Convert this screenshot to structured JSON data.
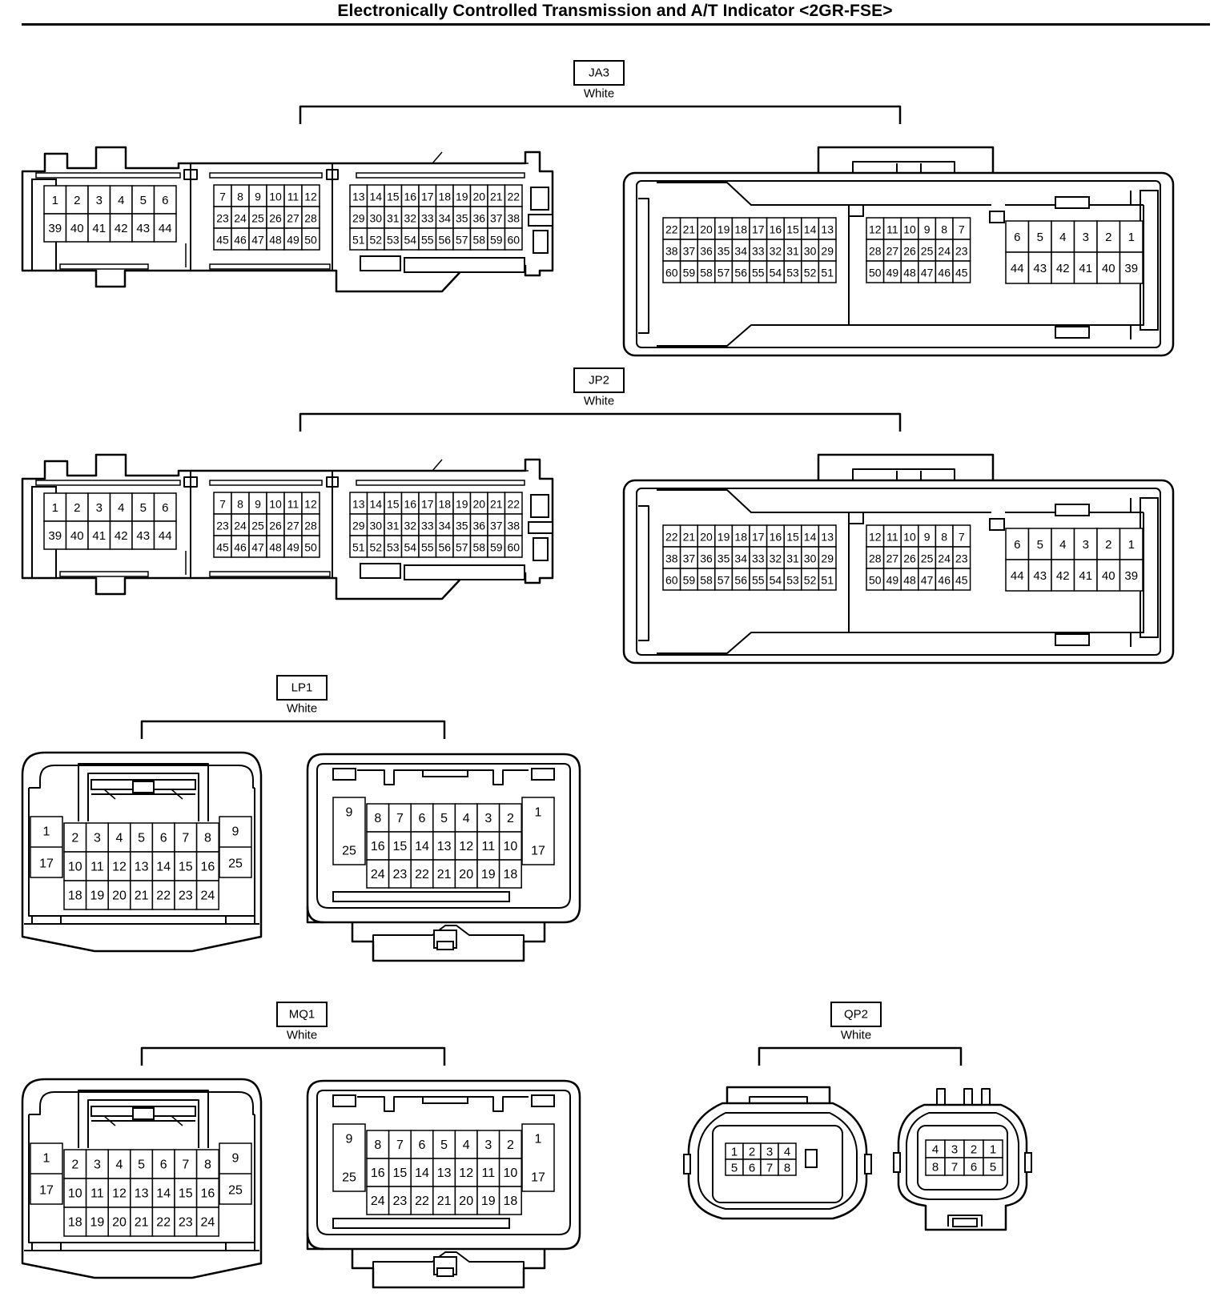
{
  "title": "Electronically Controlled Transmission and A/T Indicator <2GR-FSE>",
  "connectors": [
    {
      "id": "JA3",
      "color": "White",
      "type": "ecu60",
      "male": {
        "b1": [
          [
            "1",
            "2",
            "3",
            "4",
            "5",
            "6"
          ],
          [
            "39",
            "40",
            "41",
            "42",
            "43",
            "44"
          ]
        ],
        "b2": [
          [
            "7",
            "8",
            "9",
            "10",
            "11",
            "12"
          ],
          [
            "23",
            "24",
            "25",
            "26",
            "27",
            "28"
          ],
          [
            "45",
            "46",
            "47",
            "48",
            "49",
            "50"
          ]
        ],
        "b3": [
          [
            "13",
            "14",
            "15",
            "16",
            "17",
            "18",
            "19",
            "20",
            "21",
            "22"
          ],
          [
            "29",
            "30",
            "31",
            "32",
            "33",
            "34",
            "35",
            "36",
            "37",
            "38"
          ],
          [
            "51",
            "52",
            "53",
            "54",
            "55",
            "56",
            "57",
            "58",
            "59",
            "60"
          ]
        ]
      },
      "female": {
        "b1": [
          [
            "22",
            "21",
            "20",
            "19",
            "18",
            "17",
            "16",
            "15",
            "14",
            "13"
          ],
          [
            "38",
            "37",
            "36",
            "35",
            "34",
            "33",
            "32",
            "31",
            "30",
            "29"
          ],
          [
            "60",
            "59",
            "58",
            "57",
            "56",
            "55",
            "54",
            "53",
            "52",
            "51"
          ]
        ],
        "b2": [
          [
            "12",
            "11",
            "10",
            "9",
            "8",
            "7"
          ],
          [
            "28",
            "27",
            "26",
            "25",
            "24",
            "23"
          ],
          [
            "50",
            "49",
            "48",
            "47",
            "46",
            "45"
          ]
        ],
        "b3": [
          [
            "6",
            "5",
            "4",
            "3",
            "2",
            "1"
          ],
          [
            "44",
            "43",
            "42",
            "41",
            "40",
            "39"
          ]
        ]
      }
    },
    {
      "id": "JP2",
      "color": "White",
      "type": "ecu60",
      "male": {
        "b1": [
          [
            "1",
            "2",
            "3",
            "4",
            "5",
            "6"
          ],
          [
            "39",
            "40",
            "41",
            "42",
            "43",
            "44"
          ]
        ],
        "b2": [
          [
            "7",
            "8",
            "9",
            "10",
            "11",
            "12"
          ],
          [
            "23",
            "24",
            "25",
            "26",
            "27",
            "28"
          ],
          [
            "45",
            "46",
            "47",
            "48",
            "49",
            "50"
          ]
        ],
        "b3": [
          [
            "13",
            "14",
            "15",
            "16",
            "17",
            "18",
            "19",
            "20",
            "21",
            "22"
          ],
          [
            "29",
            "30",
            "31",
            "32",
            "33",
            "34",
            "35",
            "36",
            "37",
            "38"
          ],
          [
            "51",
            "52",
            "53",
            "54",
            "55",
            "56",
            "57",
            "58",
            "59",
            "60"
          ]
        ]
      },
      "female": {
        "b1": [
          [
            "22",
            "21",
            "20",
            "19",
            "18",
            "17",
            "16",
            "15",
            "14",
            "13"
          ],
          [
            "38",
            "37",
            "36",
            "35",
            "34",
            "33",
            "32",
            "31",
            "30",
            "29"
          ],
          [
            "60",
            "59",
            "58",
            "57",
            "56",
            "55",
            "54",
            "53",
            "52",
            "51"
          ]
        ],
        "b2": [
          [
            "12",
            "11",
            "10",
            "9",
            "8",
            "7"
          ],
          [
            "28",
            "27",
            "26",
            "25",
            "24",
            "23"
          ],
          [
            "50",
            "49",
            "48",
            "47",
            "46",
            "45"
          ]
        ],
        "b3": [
          [
            "6",
            "5",
            "4",
            "3",
            "2",
            "1"
          ],
          [
            "44",
            "43",
            "42",
            "41",
            "40",
            "39"
          ]
        ]
      }
    },
    {
      "id": "LP1",
      "color": "White",
      "type": "c25",
      "male": {
        "side_l": [
          "1",
          "17"
        ],
        "side_r": [
          "9",
          "25"
        ],
        "grid": [
          [
            "2",
            "3",
            "4",
            "5",
            "6",
            "7",
            "8"
          ],
          [
            "10",
            "11",
            "12",
            "13",
            "14",
            "15",
            "16"
          ],
          [
            "18",
            "19",
            "20",
            "21",
            "22",
            "23",
            "24"
          ]
        ]
      },
      "female": {
        "side_l": [
          "9",
          "25"
        ],
        "side_r": [
          "1",
          "17"
        ],
        "grid": [
          [
            "8",
            "7",
            "6",
            "5",
            "4",
            "3",
            "2"
          ],
          [
            "16",
            "15",
            "14",
            "13",
            "12",
            "11",
            "10"
          ],
          [
            "24",
            "23",
            "22",
            "21",
            "20",
            "19",
            "18"
          ]
        ]
      }
    },
    {
      "id": "MQ1",
      "color": "White",
      "type": "c25",
      "male": {
        "side_l": [
          "1",
          "17"
        ],
        "side_r": [
          "9",
          "25"
        ],
        "grid": [
          [
            "2",
            "3",
            "4",
            "5",
            "6",
            "7",
            "8"
          ],
          [
            "10",
            "11",
            "12",
            "13",
            "14",
            "15",
            "16"
          ],
          [
            "18",
            "19",
            "20",
            "21",
            "22",
            "23",
            "24"
          ]
        ]
      },
      "female": {
        "side_l": [
          "9",
          "25"
        ],
        "side_r": [
          "1",
          "17"
        ],
        "grid": [
          [
            "8",
            "7",
            "6",
            "5",
            "4",
            "3",
            "2"
          ],
          [
            "16",
            "15",
            "14",
            "13",
            "12",
            "11",
            "10"
          ],
          [
            "24",
            "23",
            "22",
            "21",
            "20",
            "19",
            "18"
          ]
        ]
      }
    },
    {
      "id": "QP2",
      "color": "White",
      "type": "c8",
      "male": {
        "grid": [
          [
            "1",
            "2",
            "3",
            "4"
          ],
          [
            "5",
            "6",
            "7",
            "8"
          ]
        ]
      },
      "female": {
        "grid": [
          [
            "4",
            "3",
            "2",
            "1"
          ],
          [
            "8",
            "7",
            "6",
            "5"
          ]
        ]
      }
    }
  ]
}
